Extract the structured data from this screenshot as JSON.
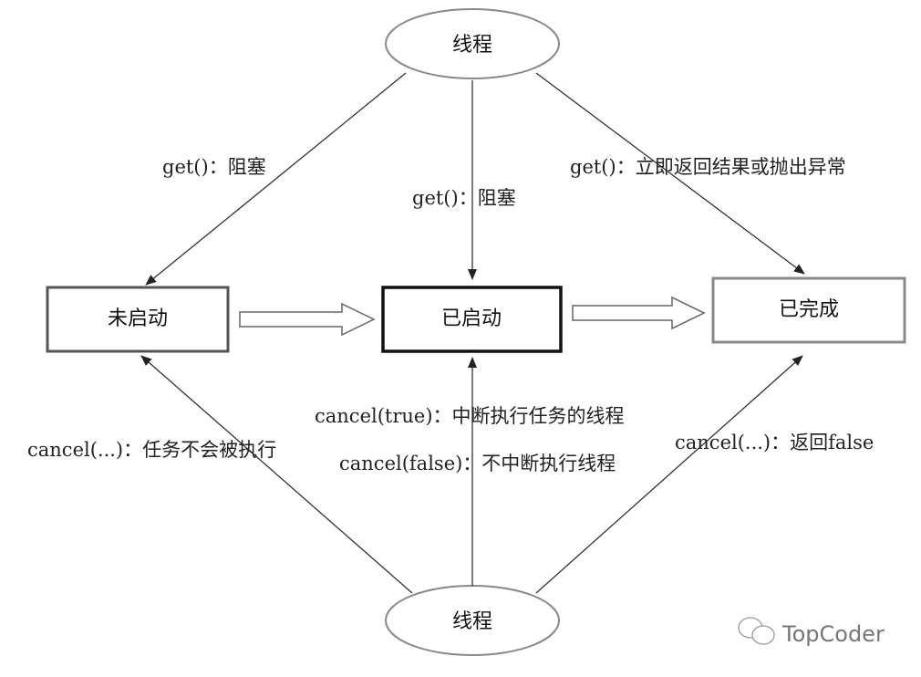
{
  "nodes": {
    "thread_top": "线程",
    "thread_bottom": "线程",
    "not_started": "未启动",
    "started": "已启动",
    "completed": "已完成"
  },
  "edges": {
    "get_not_started": "get()：阻塞",
    "get_started": "get()：阻塞",
    "get_completed": "get()：立即返回结果或抛出异常",
    "cancel_true_started": "cancel(true)：中断执行任务的线程",
    "cancel_false_started": "cancel(false)：不中断执行线程",
    "cancel_not_started": "cancel(...)：任务不会被执行",
    "cancel_completed": "cancel(...)：返回false"
  },
  "watermark": "TopCoder"
}
